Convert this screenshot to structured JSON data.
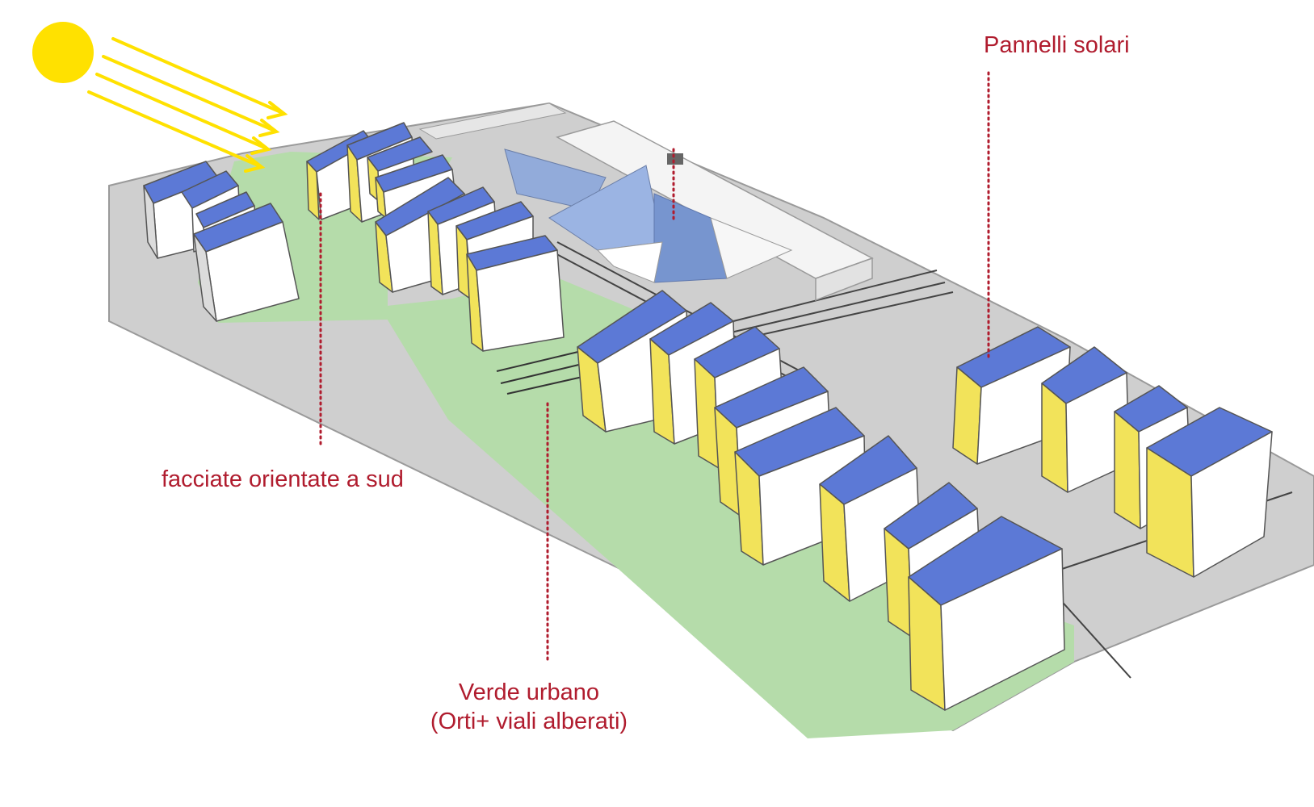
{
  "labels": {
    "solar_panels": "Pannelli solari",
    "south_facades": "facciate orientate a sud",
    "urban_green_line1": "Verde urbano",
    "urban_green_line2": "(Orti+ viali alberati)"
  },
  "colors": {
    "sun": "#ffe100",
    "sun_rays": "#ffe100",
    "roof_panels": "#5c79d6",
    "south_facade": "#f2e35a",
    "wall_white": "#ffffff",
    "wall_shadow": "#dcdcdc",
    "ground_grey": "#cfcfcf",
    "green_area": "#b5dcaa",
    "glass": "#87a5dc",
    "label_text": "#b01c2e",
    "leader_line": "#b01c2e"
  },
  "icons": {
    "sun": "sun-icon"
  }
}
